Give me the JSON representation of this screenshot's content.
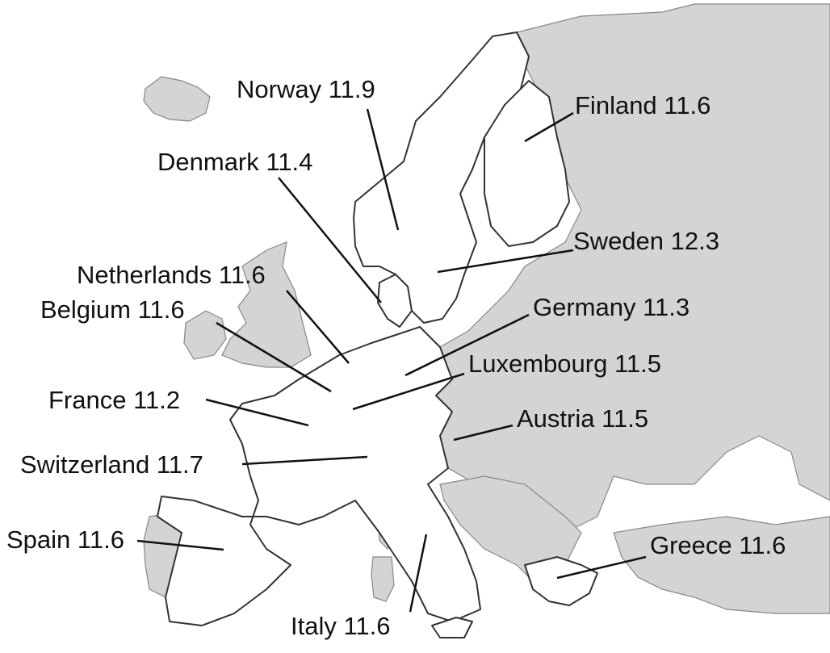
{
  "map": {
    "labels": [
      {
        "id": "norway",
        "text": "Norway 11.9"
      },
      {
        "id": "finland",
        "text": "Finland 11.6"
      },
      {
        "id": "denmark",
        "text": "Denmark 11.4"
      },
      {
        "id": "sweden",
        "text": "Sweden 12.3"
      },
      {
        "id": "netherlands",
        "text": "Netherlands 11.6"
      },
      {
        "id": "belgium",
        "text": "Belgium 11.6"
      },
      {
        "id": "germany",
        "text": "Germany 11.3"
      },
      {
        "id": "luxembourg",
        "text": "Luxembourg 11.5"
      },
      {
        "id": "france",
        "text": "France 11.2"
      },
      {
        "id": "austria",
        "text": "Austria 11.5"
      },
      {
        "id": "switzerland",
        "text": "Switzerland 11.7"
      },
      {
        "id": "spain",
        "text": "Spain 11.6"
      },
      {
        "id": "greece",
        "text": "Greece 11.6"
      },
      {
        "id": "italy",
        "text": "Italy 11.6"
      }
    ]
  }
}
